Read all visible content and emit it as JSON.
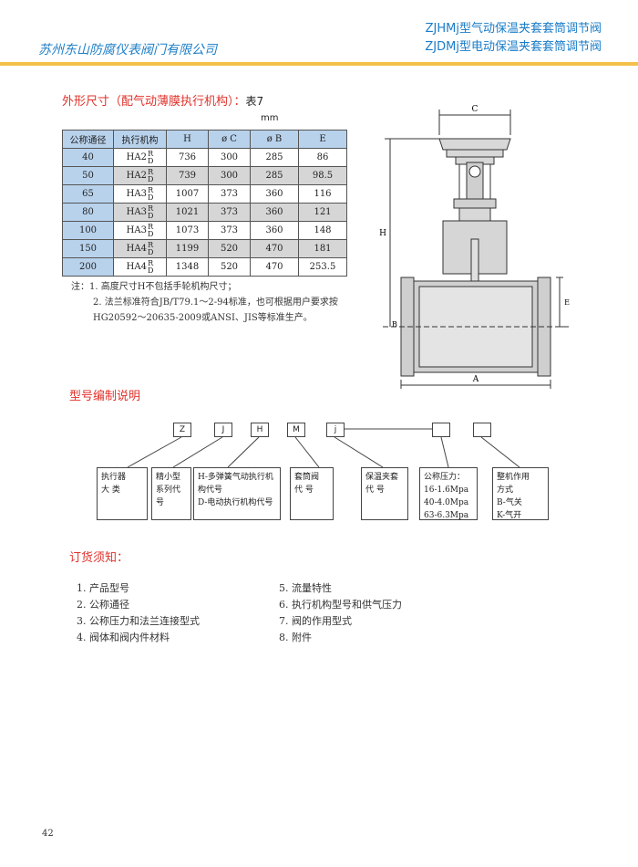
{
  "header": {
    "company": "苏州东山防腐仪表阀门有限公司",
    "title_line1": "ZJHMj型气动保温夹套套筒调节阀",
    "title_line2": "ZJDMj型电动保温夹套套筒调节阀"
  },
  "dimensions": {
    "title": "外形尺寸（配气动薄膜执行机构）：",
    "table_no": "表7",
    "unit": "mm",
    "headers": [
      "公称通径",
      "执行机构",
      "H",
      "ø C",
      "ø B",
      "E"
    ],
    "rows": [
      {
        "dn": "40",
        "act": "HA2",
        "h": "736",
        "c": "300",
        "b": "285",
        "e": "86"
      },
      {
        "dn": "50",
        "act": "HA2",
        "h": "739",
        "c": "300",
        "b": "285",
        "e": "98.5"
      },
      {
        "dn": "65",
        "act": "HA3",
        "h": "1007",
        "c": "373",
        "b": "360",
        "e": "116"
      },
      {
        "dn": "80",
        "act": "HA3",
        "h": "1021",
        "c": "373",
        "b": "360",
        "e": "121"
      },
      {
        "dn": "100",
        "act": "HA3",
        "h": "1073",
        "c": "373",
        "b": "360",
        "e": "148"
      },
      {
        "dn": "150",
        "act": "HA4",
        "h": "1199",
        "c": "520",
        "b": "470",
        "e": "181"
      },
      {
        "dn": "200",
        "act": "HA4",
        "h": "1348",
        "c": "520",
        "b": "470",
        "e": "253.5"
      }
    ],
    "rd_r": "R",
    "rd_d": "D",
    "notes": [
      "注：1.  高度尺寸H不包括手轮机构尺寸；",
      "2.  法兰标准符合JB/T79.1～2-94标准，也可根据用户要求按HG20592～20635-2009或ANSI、JIS等标准生产。"
    ]
  },
  "drawing": {
    "label_c": "C",
    "label_h": "H",
    "label_a": "A",
    "label_e": "E",
    "label_b": "B"
  },
  "model_code": {
    "title": "型号编制说明",
    "codes": [
      "Z",
      "J",
      "H",
      "M",
      "j",
      "",
      ""
    ],
    "descriptions": [
      "执行器\n大  类",
      "精小型\n系列代\n号",
      "H-多弹簧气动执行机\n构代号\nD-电动执行机构代号",
      "套筒阀\n代  号",
      "保温夹套\n代  号",
      "公称压力：\n16-1.6Mpa\n40-4.0Mpa\n63-6.3Mpa",
      "整机作用\n方式\nB-气关\nK-气开"
    ]
  },
  "ordering": {
    "title": "订货须知：",
    "items_left": [
      "1.  产品型号",
      "2.  公称通径",
      "3.  公称压力和法兰连接型式",
      "4.  阀体和阀内件材料"
    ],
    "items_right": [
      "5.  流量特性",
      "6.  执行机构型号和供气压力",
      "7.  阀的作用型式",
      "8.  附件"
    ]
  },
  "page_number": "42",
  "colors": {
    "accent_blue": "#1f7fc6",
    "section_red": "#e0322b",
    "divider_yellow": "#f3c04a",
    "table_blue": "#b8d2ec"
  }
}
